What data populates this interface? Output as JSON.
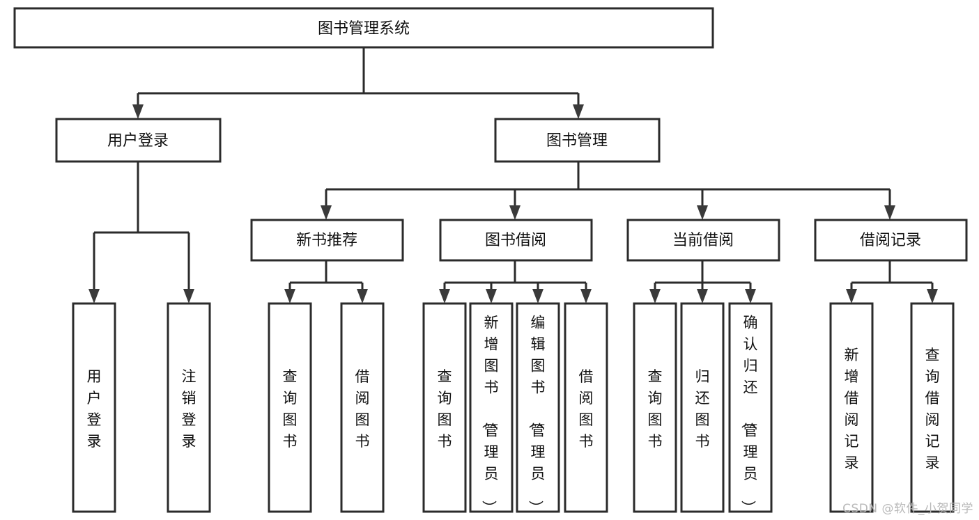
{
  "diagram": {
    "title": "图书管理系统",
    "type": "tree-hierarchy",
    "watermark": "CSDN @软件_小贺同学",
    "colors": {
      "background": "#ffffff",
      "stroke": "#2b2b2b",
      "arrow": "#3a3a3a",
      "text": "#111111",
      "watermark": "#b9b9b9"
    },
    "root": {
      "id": "root",
      "label": "图书管理系统",
      "orientation": "horizontal"
    },
    "level2": [
      {
        "id": "user-login",
        "label": "用户登录",
        "orientation": "horizontal"
      },
      {
        "id": "book-management",
        "label": "图书管理",
        "orientation": "horizontal"
      }
    ],
    "level3": [
      {
        "id": "new-book-recommend",
        "label": "新书推荐",
        "parent": "book-management",
        "orientation": "horizontal"
      },
      {
        "id": "book-borrow",
        "label": "图书借阅",
        "parent": "book-management",
        "orientation": "horizontal"
      },
      {
        "id": "current-borrow",
        "label": "当前借阅",
        "parent": "book-management",
        "orientation": "horizontal"
      },
      {
        "id": "borrow-record",
        "label": "借阅记录",
        "parent": "book-management",
        "orientation": "horizontal"
      }
    ],
    "leaves": [
      {
        "id": "leaf-user-login",
        "label": "用户登录",
        "parent": "user-login",
        "orientation": "vertical"
      },
      {
        "id": "leaf-user-logout",
        "label": "注销登录",
        "parent": "user-login",
        "orientation": "vertical"
      },
      {
        "id": "leaf-query-book-1",
        "label": "查询图书",
        "parent": "new-book-recommend",
        "orientation": "vertical"
      },
      {
        "id": "leaf-borrow-book-1",
        "label": "借阅图书",
        "parent": "new-book-recommend",
        "orientation": "vertical"
      },
      {
        "id": "leaf-query-book-2",
        "label": "查询图书",
        "parent": "book-borrow",
        "orientation": "vertical"
      },
      {
        "id": "leaf-add-book",
        "label": "新增图书（管理员）",
        "parent": "book-borrow",
        "orientation": "vertical"
      },
      {
        "id": "leaf-edit-book",
        "label": "编辑图书（管理员）",
        "parent": "book-borrow",
        "orientation": "vertical"
      },
      {
        "id": "leaf-borrow-book-2",
        "label": "借阅图书",
        "parent": "book-borrow",
        "orientation": "vertical"
      },
      {
        "id": "leaf-query-book-3",
        "label": "查询图书",
        "parent": "current-borrow",
        "orientation": "vertical"
      },
      {
        "id": "leaf-return-book",
        "label": "归还图书",
        "parent": "current-borrow",
        "orientation": "vertical"
      },
      {
        "id": "leaf-confirm-return",
        "label": "确认归还（管理员）",
        "parent": "current-borrow",
        "orientation": "vertical"
      },
      {
        "id": "leaf-add-record",
        "label": "新增借阅记录",
        "parent": "borrow-record",
        "orientation": "vertical"
      },
      {
        "id": "leaf-query-record",
        "label": "查询借阅记录",
        "parent": "borrow-record",
        "orientation": "vertical"
      }
    ]
  }
}
